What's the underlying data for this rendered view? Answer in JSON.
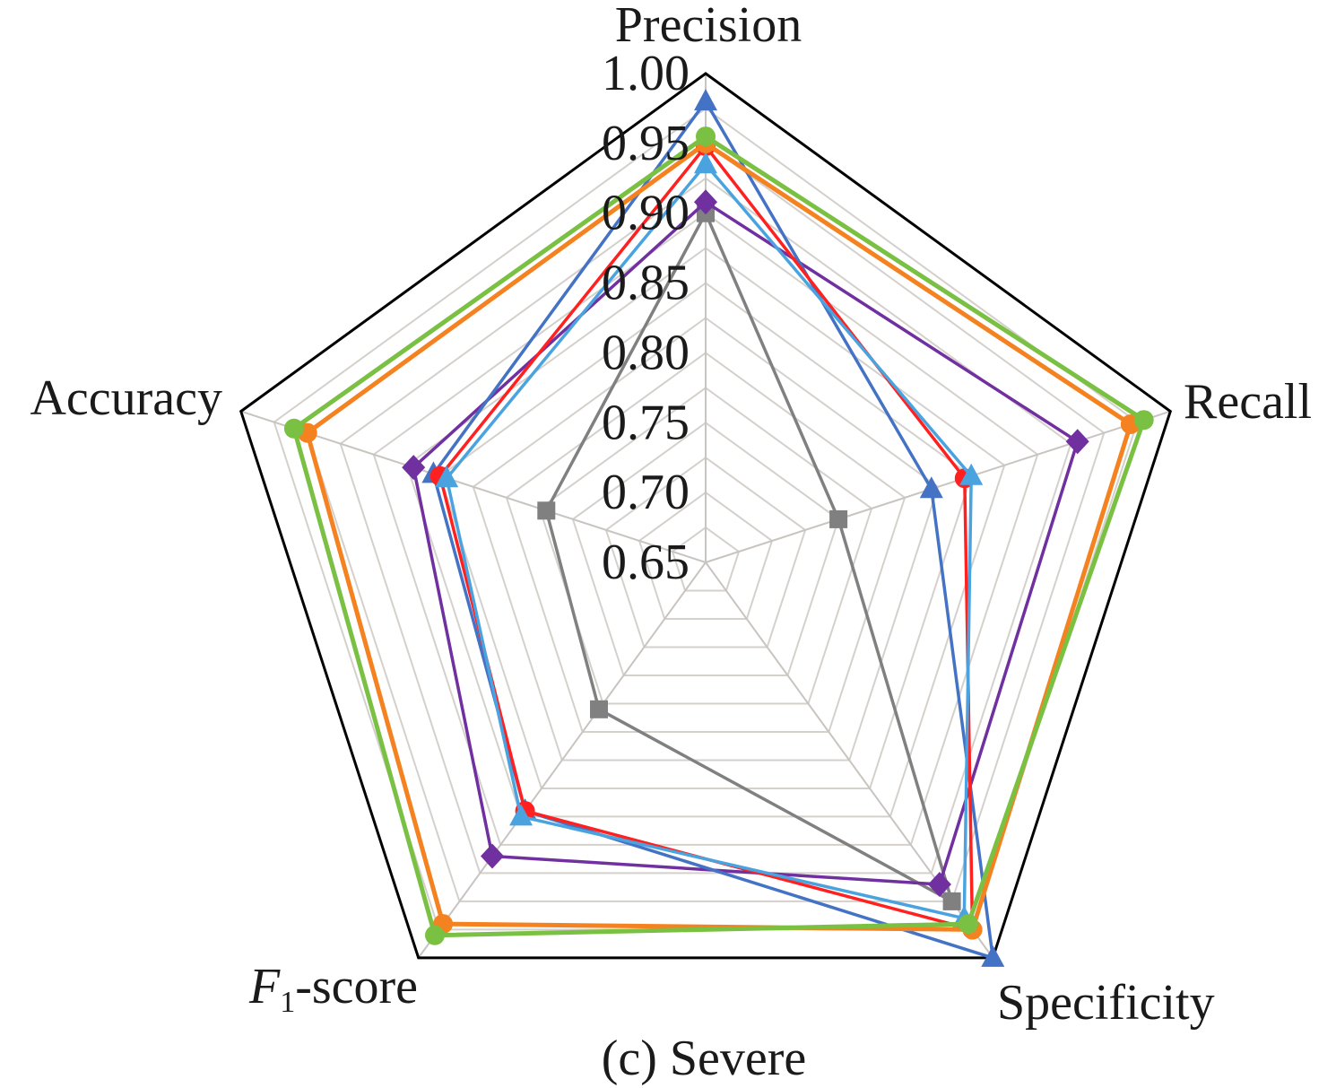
{
  "chart_data": {
    "type": "radar",
    "axes": [
      "Precision",
      "Recall",
      "Specificity",
      "F1-score",
      "Accuracy"
    ],
    "axis_labels": {
      "precision": "Precision",
      "recall": "Recall",
      "specificity": "Specificity",
      "f1_main": "F",
      "f1_sub": "1",
      "f1_rest": "-score",
      "accuracy": "Accuracy"
    },
    "range": [
      0.65,
      1.0
    ],
    "ticks": [
      "0.65",
      "0.70",
      "0.75",
      "0.80",
      "0.85",
      "0.90",
      "0.95",
      "1.00"
    ],
    "tick_values": [
      0.65,
      0.7,
      0.75,
      0.8,
      0.85,
      0.9,
      0.95,
      1.0
    ],
    "caption": "(c) Severe",
    "legend": "none",
    "series": [
      {
        "color": "#808080",
        "marker": "square",
        "values": [
          0.9,
          0.75,
          0.95,
          0.78,
          0.77
        ]
      },
      {
        "color": "#7030a0",
        "marker": "diamond",
        "values": [
          0.908,
          0.93,
          0.935,
          0.91,
          0.87
        ]
      },
      {
        "color": "#4472c4",
        "marker": "triangle",
        "values": [
          0.98,
          0.82,
          1.0,
          0.87,
          0.855
        ]
      },
      {
        "color": "#ff2020",
        "marker": "circle",
        "values": [
          0.948,
          0.845,
          0.975,
          0.87,
          0.85
        ]
      },
      {
        "color": "#4aa3df",
        "marker": "triangle",
        "values": [
          0.935,
          0.85,
          0.965,
          0.875,
          0.845
        ]
      },
      {
        "color": "#f58220",
        "marker": "circle",
        "values": [
          0.95,
          0.97,
          0.975,
          0.97,
          0.95
        ]
      },
      {
        "color": "#7ac143",
        "marker": "circle",
        "values": [
          0.955,
          0.98,
          0.97,
          0.98,
          0.96
        ]
      }
    ]
  }
}
